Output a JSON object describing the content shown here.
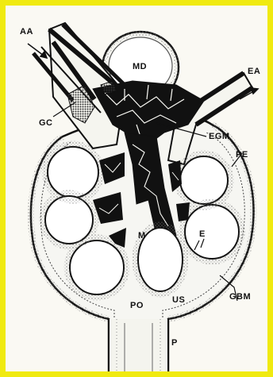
{
  "frame": {
    "border_color": "#f0ea10",
    "outer_color": "#1f1aa0",
    "panel_color": "#faf9f3"
  },
  "labels": {
    "aa": "AA",
    "md": "MD",
    "ea": "EA",
    "gc": "GC",
    "egm": "EGM",
    "pe": "PE",
    "m": "M",
    "e": "E",
    "gbm": "GBM",
    "po": "PO",
    "us": "US",
    "p": "P"
  },
  "colors": {
    "ink": "#111111",
    "stipple": "#6f6f6f",
    "capillary_fill": "#ffffff",
    "mesangium": "#111111"
  }
}
